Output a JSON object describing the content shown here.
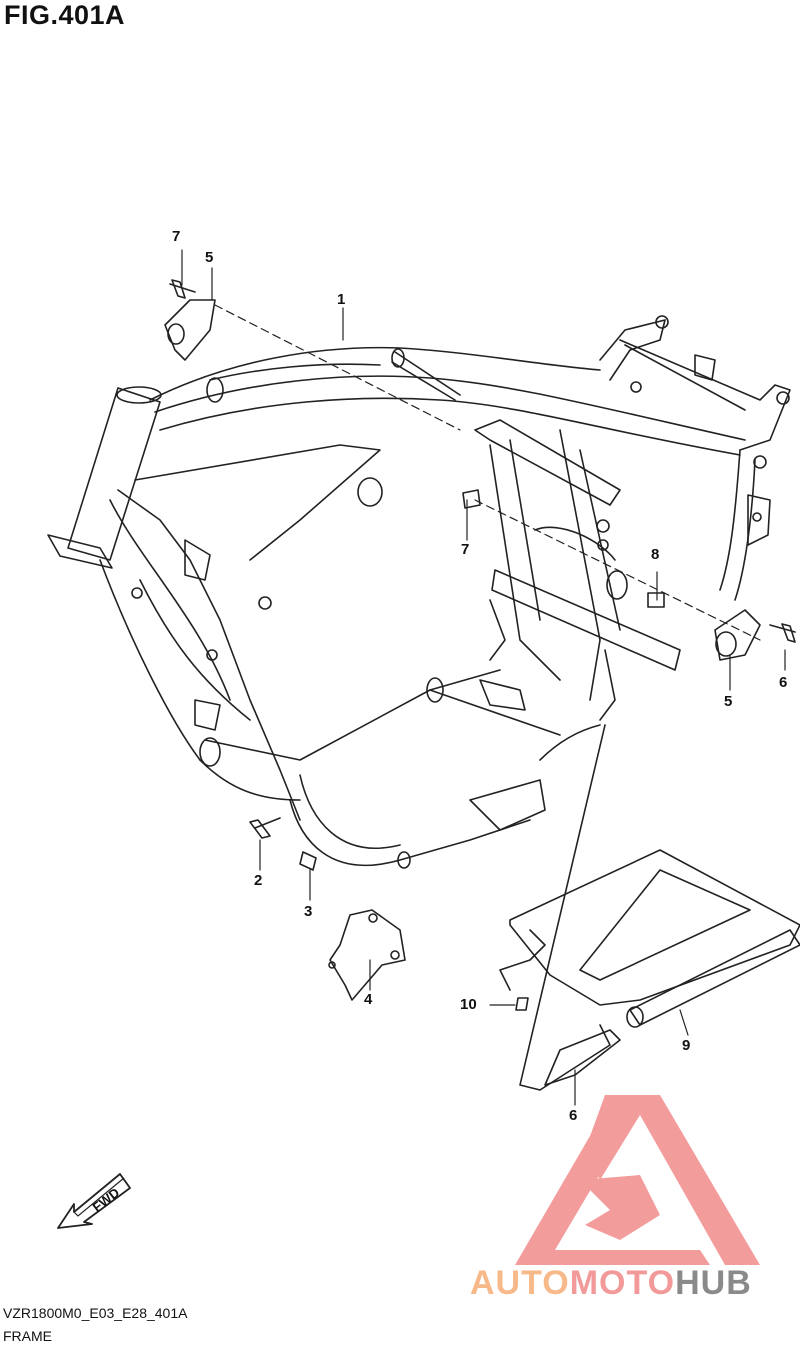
{
  "figure": {
    "title": "FIG.401A",
    "code": "VZR1800M0_E03_E28_401A",
    "name": "FRAME"
  },
  "callouts": [
    {
      "id": "c1",
      "label": "1"
    },
    {
      "id": "c2",
      "label": "2"
    },
    {
      "id": "c3",
      "label": "3"
    },
    {
      "id": "c4",
      "label": "4"
    },
    {
      "id": "c5a",
      "label": "5"
    },
    {
      "id": "c5b",
      "label": "5"
    },
    {
      "id": "c6a",
      "label": "6"
    },
    {
      "id": "c6b",
      "label": "6"
    },
    {
      "id": "c7a",
      "label": "7"
    },
    {
      "id": "c7b",
      "label": "7"
    },
    {
      "id": "c8",
      "label": "8"
    },
    {
      "id": "c9",
      "label": "9"
    },
    {
      "id": "c10",
      "label": "10"
    }
  ],
  "fwd_label": "FWD",
  "watermark": {
    "part1": "AUTO",
    "part2": "MOTO",
    "part3": "HUB",
    "color1": "#f7b989",
    "color2": "#f29a9a",
    "color3": "#8a8a8a",
    "logo_color": "#f28b8b"
  }
}
